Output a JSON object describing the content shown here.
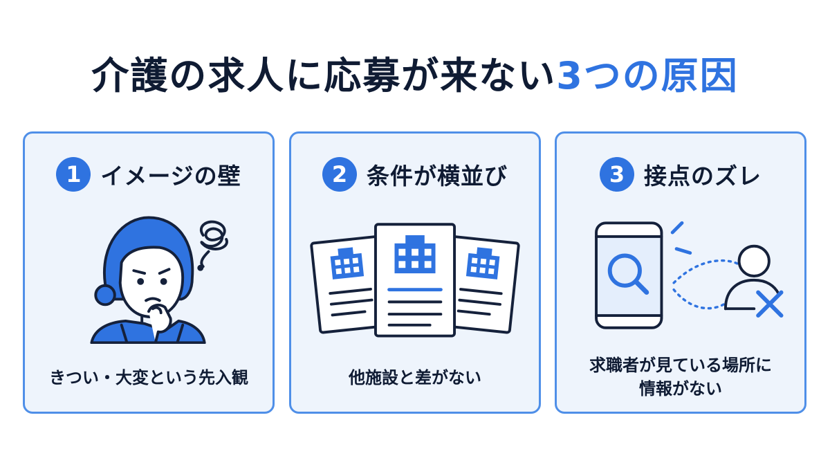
{
  "title": {
    "main": "介護の求人に応募が来ない",
    "accent": "3つの原因"
  },
  "cards": [
    {
      "number": "1",
      "heading": "イメージの壁",
      "caption_lines": [
        "きつい・大変という先入観"
      ]
    },
    {
      "number": "2",
      "heading": "条件が横並び",
      "caption_lines": [
        "他施設と差がない"
      ]
    },
    {
      "number": "3",
      "heading": "接点のズレ",
      "caption_lines": [
        "求職者が見ている場所に",
        "情報がない"
      ]
    }
  ],
  "colors": {
    "accent": "#2f73e0",
    "border": "#4f8fe8",
    "card_bg": "#eef4fc",
    "text": "#0f1b33"
  },
  "icons": [
    "worried-woman-icon",
    "job-listing-documents-icon",
    "smartphone-search-icon",
    "person-disconnected-icon"
  ]
}
